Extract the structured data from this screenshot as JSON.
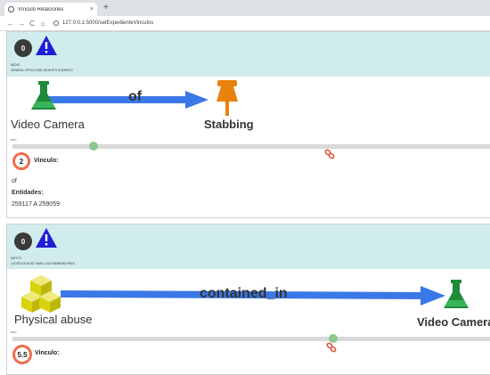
{
  "browser": {
    "tab_title": "Vínculo Relaciones",
    "tab_close": "×",
    "new_tab": "+",
    "back": "←",
    "forward": "→",
    "reload": "C",
    "home": "⌂",
    "url": "127.0.0.1:5000/setExpedienteVinculos"
  },
  "cards": [
    {
      "count": "0",
      "header_line1": "RADIO",
      "header_line2": "GENERAL OPTIN JOHN JOHN ETH GUERRITO",
      "source_label": "Video Camera",
      "relation": "of",
      "target_label": "Stabbing",
      "mini_label": "5007",
      "slider_value": 0.17,
      "score": "2",
      "vinculo_label": "Vinculo:",
      "vinculo_value": "of",
      "entidades_label": "Entidades:",
      "entidades_value": "259117 A 259059"
    },
    {
      "count": "0",
      "header_line1": "SAFETY",
      "header_line2": "LOGISTICS HUNT HARD LOCK MERRIAM PRKS",
      "source_label": "Physical abuse",
      "relation": "contained_in",
      "target_label": "Video Camera",
      "mini_label": "5007",
      "slider_value": 0.67,
      "score": "5.5",
      "vinculo_label": "Vinculo:"
    }
  ],
  "colors": {
    "header_bg": "#d1ecec",
    "arrow": "#3b78e7",
    "flask": "#1e8a3a",
    "pin": "#e8820c",
    "cube": "#d9d30f",
    "warning": "#1f1fd6",
    "score_ring": "#ef6d4e",
    "slider_knob": "#8cc78e"
  }
}
